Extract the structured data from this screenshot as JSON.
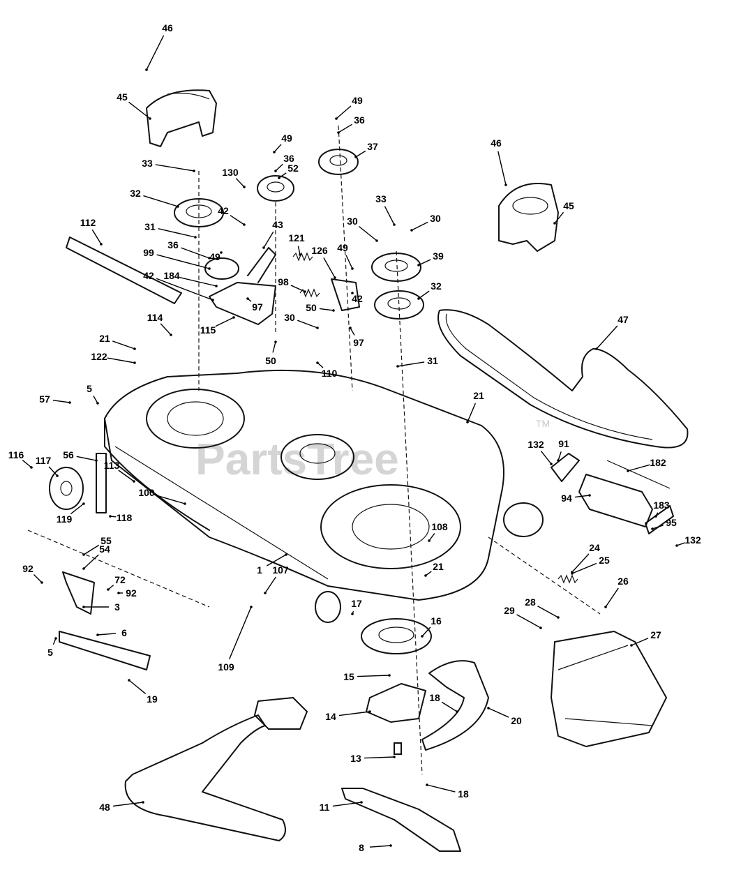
{
  "watermark": {
    "text": "PartsTree",
    "tm": "TM"
  },
  "callouts": [
    "1",
    "3",
    "5",
    "6",
    "8",
    "11",
    "13",
    "14",
    "15",
    "16",
    "17",
    "18",
    "19",
    "20",
    "21",
    "24",
    "25",
    "26",
    "27",
    "28",
    "29",
    "30",
    "31",
    "32",
    "33",
    "36",
    "37",
    "39",
    "42",
    "43",
    "45",
    "46",
    "47",
    "48",
    "49",
    "50",
    "52",
    "54",
    "55",
    "56",
    "57",
    "72",
    "91",
    "92",
    "94",
    "95",
    "97",
    "98",
    "99",
    "100",
    "107",
    "108",
    "109",
    "110",
    "112",
    "113",
    "114",
    "115",
    "116",
    "117",
    "118",
    "119",
    "121",
    "122",
    "126",
    "130",
    "132",
    "182",
    "183",
    "184"
  ]
}
